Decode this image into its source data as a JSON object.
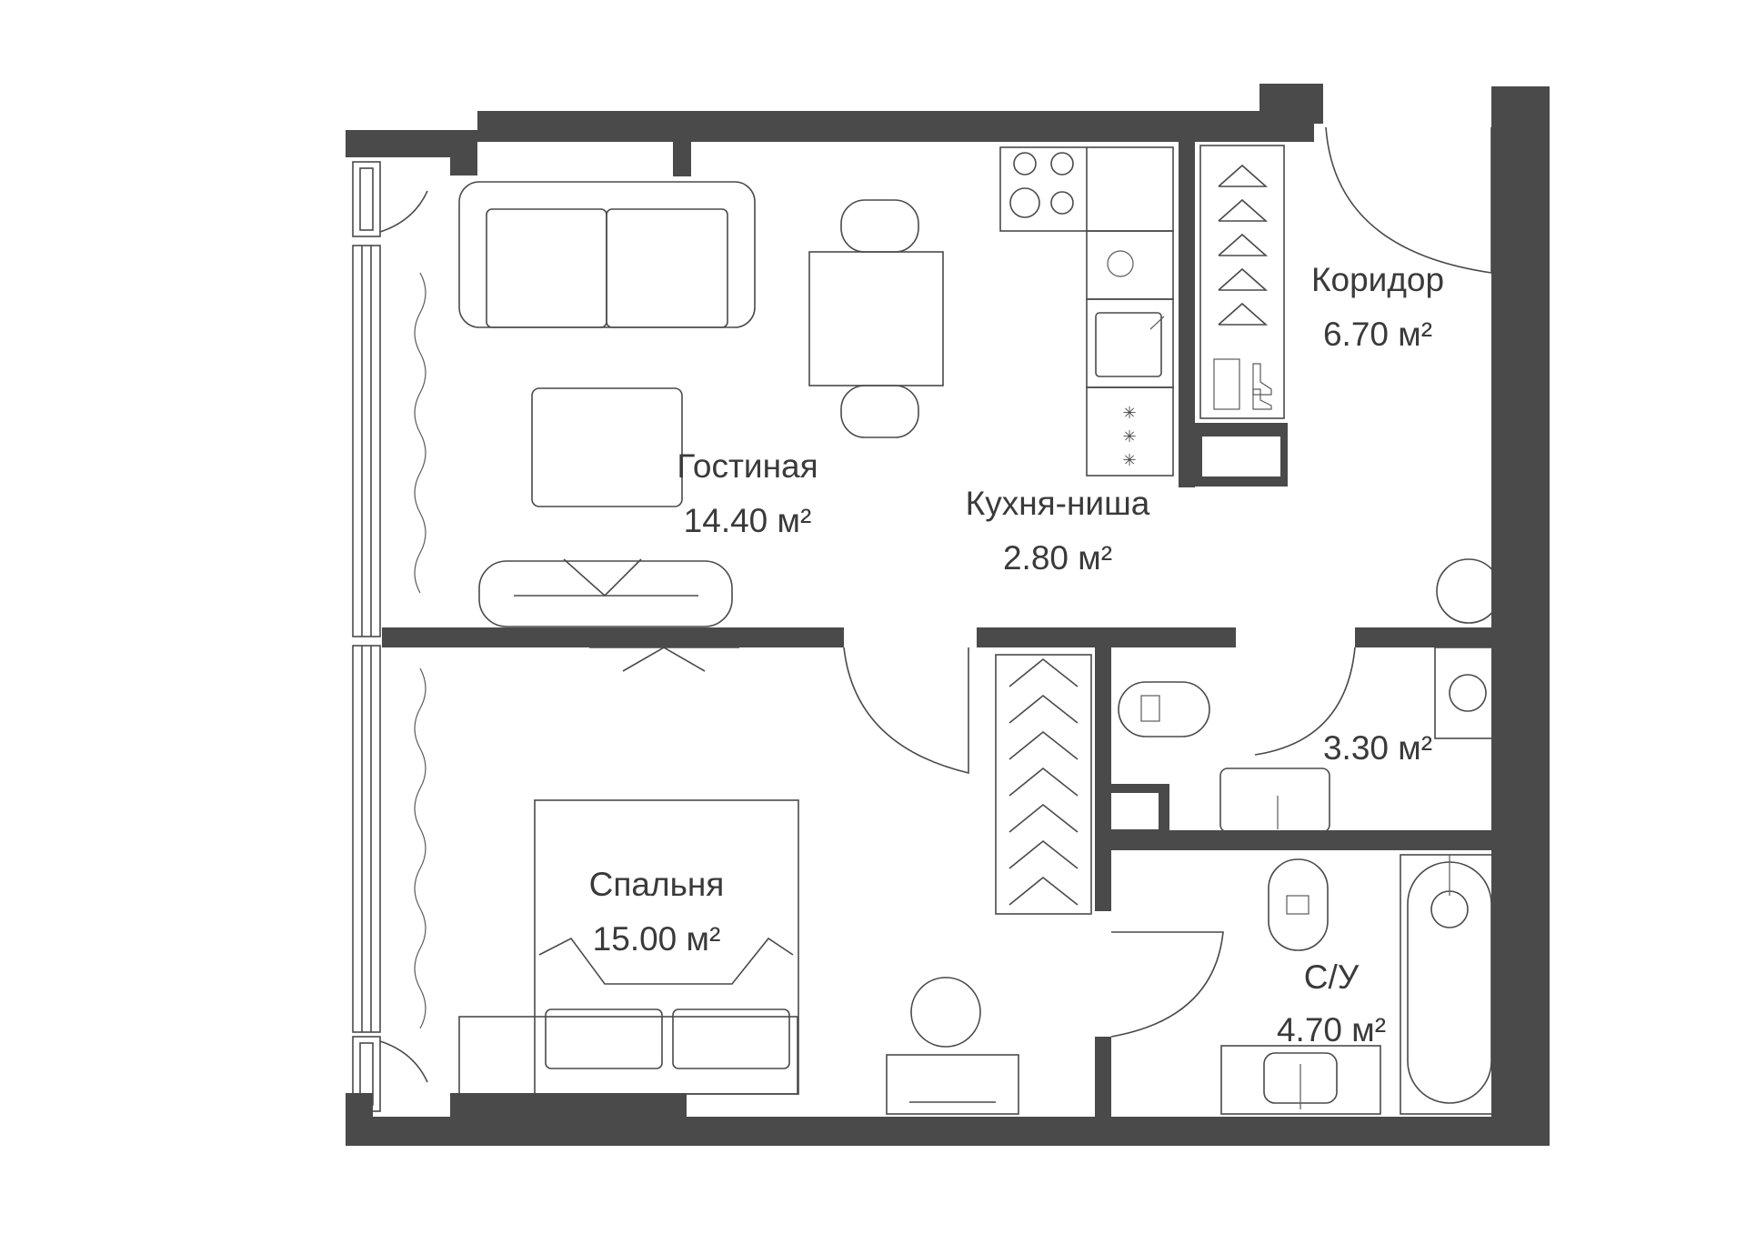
{
  "rooms": [
    {
      "id": "living",
      "name": "Гостиная",
      "area": "14.40 м²"
    },
    {
      "id": "kitchen",
      "name": "Кухня-ниша",
      "area": "2.80 м²"
    },
    {
      "id": "corridor",
      "name": "Коридор",
      "area": "6.70 м²"
    },
    {
      "id": "bedroom",
      "name": "Спальня",
      "area": "15.00 м²"
    },
    {
      "id": "wc",
      "name": "",
      "area": "3.30 м²"
    },
    {
      "id": "bathroom",
      "name": "С/У",
      "area": "4.70 м²"
    }
  ],
  "colors": {
    "wall": "#4a4a4a",
    "line": "#4a4a4a",
    "background": "#ffffff"
  }
}
